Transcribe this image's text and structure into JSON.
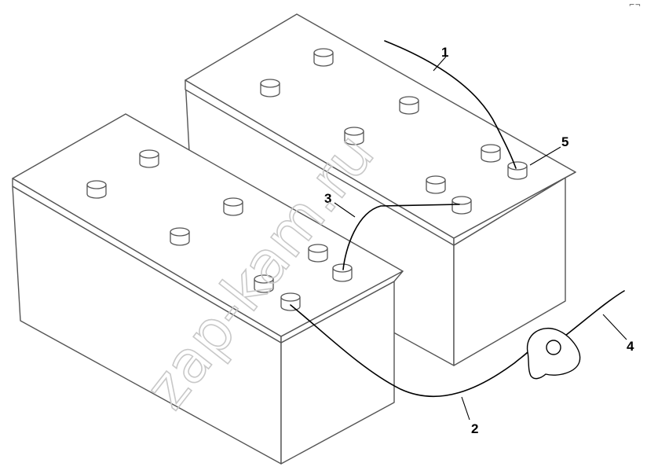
{
  "diagram": {
    "callouts": [
      {
        "id": "1",
        "label": "1"
      },
      {
        "id": "2",
        "label": "2"
      },
      {
        "id": "3",
        "label": "3"
      },
      {
        "id": "4",
        "label": "4"
      },
      {
        "id": "5",
        "label": "5"
      }
    ],
    "watermark": "zap-kam.ru",
    "colors": {
      "line": "#555555",
      "cable": "#000000",
      "background": "#ffffff",
      "watermark": "#c8c8c8"
    }
  }
}
